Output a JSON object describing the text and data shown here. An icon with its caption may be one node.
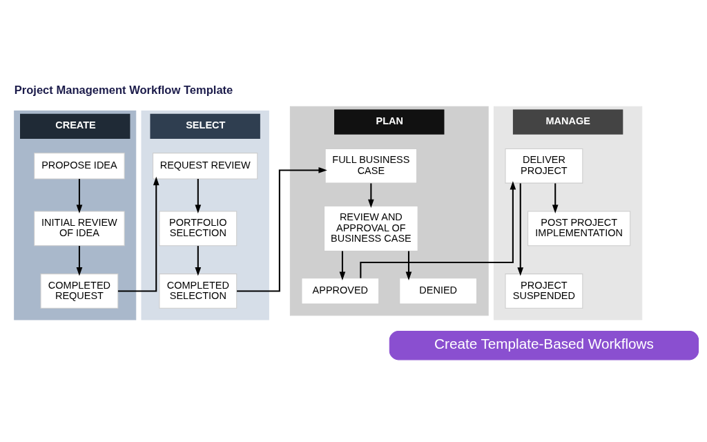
{
  "diagram": {
    "title": "Project Management Workflow Template",
    "caption": "Create Template-Based Workflows",
    "nodes": [
      {
        "text": [
          "CREATE"
        ]
      },
      {
        "text": [
          "PROPOSE IDEA"
        ],
        "in": 0
      },
      {
        "text": [
          "INITIAL REVIEW OF IDEA"
        ],
        "in": 0
      },
      {
        "text": [
          "COMPLETED REQUEST"
        ],
        "in": 0
      },
      {
        "text": [
          "SELECT"
        ]
      },
      {
        "text": [
          "REQUEST REVIEW"
        ],
        "in": 4
      },
      {
        "text": [
          "PORTFOLIO SELECTION"
        ],
        "in": 4
      },
      {
        "text": [
          "COMPLETED SELECTION"
        ],
        "in": 4
      },
      {
        "text": [
          "PLAN"
        ]
      },
      {
        "text": [
          "FULL BUSINESS CASE"
        ],
        "in": 8
      },
      {
        "text": [
          "REVIEW AND APPROVAL OF BUSINESS CASE"
        ],
        "in": 8
      },
      {
        "text": [
          "APPROVED"
        ],
        "in": 8
      },
      {
        "text": [
          "DENIED"
        ],
        "in": 8
      },
      {
        "text": [
          "MANAGE"
        ]
      },
      {
        "text": [
          "DELIVER PROJECT"
        ],
        "in": 13
      },
      {
        "text": [
          "PROJECT SUSPENDED"
        ],
        "in": 13
      },
      {
        "text": [
          "POST PROJECT IMPLEMENTATION"
        ],
        "in": 13
      }
    ],
    "edges": [
      {
        "from": 1,
        "to": 2,
        "arrow": "to"
      },
      {
        "from": 2,
        "to": 3,
        "arrow": "to"
      },
      {
        "from": 3,
        "to": 5,
        "arrow": "to"
      },
      {
        "from": 5,
        "to": 6,
        "arrow": "to"
      },
      {
        "from": 6,
        "to": 7,
        "arrow": "to"
      },
      {
        "from": 7,
        "to": 9,
        "arrow": "to"
      },
      {
        "from": 9,
        "to": 10,
        "arrow": "to"
      },
      {
        "from": 10,
        "to": 11,
        "arrow": "to"
      },
      {
        "from": 10,
        "to": 12,
        "arrow": "to"
      },
      {
        "from": 11,
        "to": 14,
        "arrow": "to"
      },
      {
        "from": 14,
        "to": 15,
        "arrow": "to"
      },
      {
        "from": 14,
        "to": 16,
        "arrow": "to"
      }
    ]
  }
}
